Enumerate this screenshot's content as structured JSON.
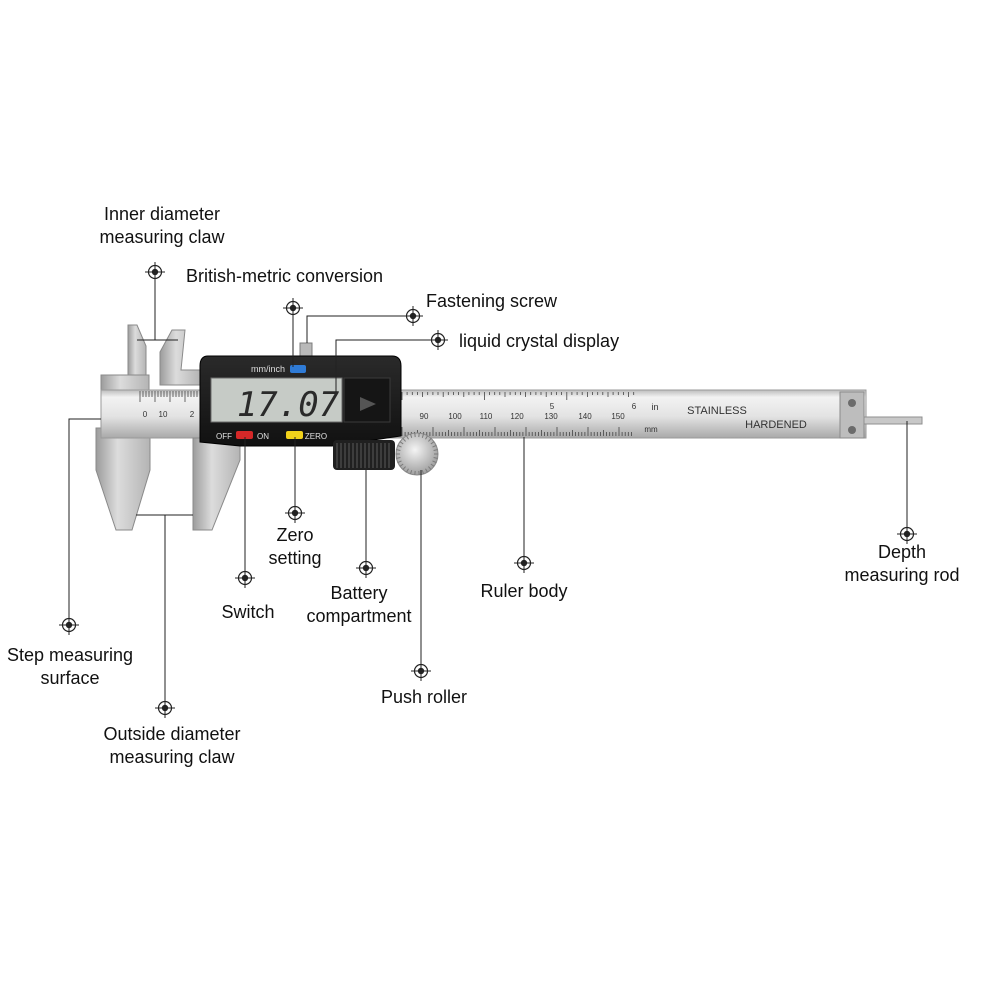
{
  "caliper": {
    "display_reading": "17.07",
    "mode_label": "mm/inch",
    "off_label": "OFF",
    "on_label": "ON",
    "zero_label": "ZERO",
    "engraving_line1": "STAINLESS",
    "engraving_line2": "HARDENED",
    "unit_in": "in",
    "unit_mm": "mm",
    "mm_scale": [
      "0",
      "10",
      "2",
      "90",
      "100",
      "110",
      "120",
      "130",
      "140",
      "150"
    ],
    "in_scale": [
      "5",
      "6"
    ]
  },
  "labels": {
    "inner_claw": [
      "Inner diameter",
      "measuring claw"
    ],
    "conversion": "British-metric conversion",
    "fastening_screw": "Fastening screw",
    "lcd": "liquid crystal display",
    "zero_setting": [
      "Zero",
      "setting"
    ],
    "battery": [
      "Battery",
      "compartment"
    ],
    "switch": "Switch",
    "ruler_body": "Ruler body",
    "depth_rod": [
      "Depth",
      "measuring rod"
    ],
    "step_surface": [
      "Step measuring",
      "surface"
    ],
    "outside_claw": [
      "Outside diameter",
      "measuring claw"
    ],
    "push_roller": "Push roller"
  },
  "colors": {
    "steel_light": "#e6e6e6",
    "steel_mid": "#c9c9c9",
    "steel_dark": "#9a9a9a",
    "body_black": "#1c1c1c",
    "lcd": "#c6cbc6",
    "off_button": "#d62828",
    "zero_button": "#f2d21b",
    "mode_button": "#2f7bd6",
    "leader": "#222222"
  }
}
